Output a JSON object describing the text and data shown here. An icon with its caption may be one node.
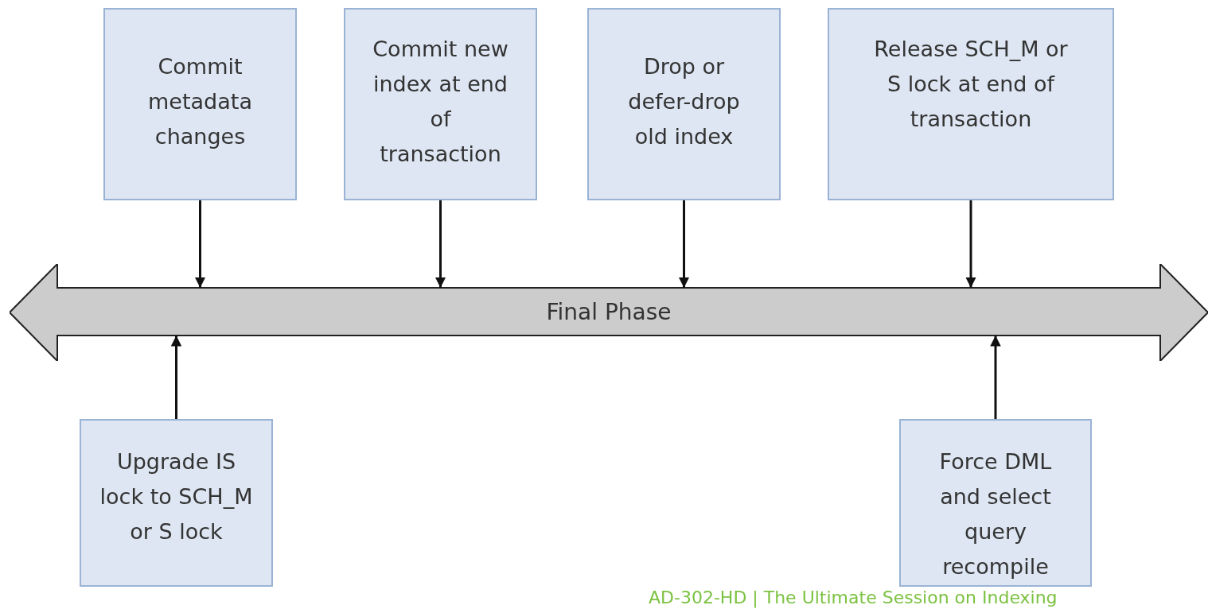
{
  "diagram": {
    "nodes": [
      {
        "text": [
          "Final Phase"
        ]
      },
      {
        "text": [
          "Commit metadata changes"
        ]
      },
      {
        "text": [
          "Commit new index at end of transaction"
        ]
      },
      {
        "text": [
          "Drop or defer-drop old index"
        ]
      },
      {
        "text": [
          "Release SCH_M or S lock at end of transaction"
        ]
      },
      {
        "text": [
          "Upgrade IS lock to SCH_M or S lock"
        ]
      },
      {
        "text": [
          "Force DML and select query recompile"
        ]
      }
    ],
    "edges": [
      {
        "from": 1,
        "to": 0,
        "arrow": "to"
      },
      {
        "from": 2,
        "to": 0,
        "arrow": "to"
      },
      {
        "from": 3,
        "to": 0,
        "arrow": "to"
      },
      {
        "from": 4,
        "to": 0,
        "arrow": "to"
      },
      {
        "from": 5,
        "to": 0,
        "arrow": "to"
      },
      {
        "from": 6,
        "to": 0,
        "arrow": "to"
      }
    ],
    "labels": [
      "AD-302-HD | The Ultimate Session on Indexing"
    ]
  }
}
